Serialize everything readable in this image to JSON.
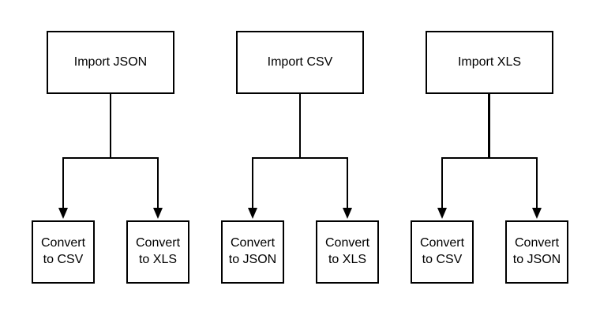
{
  "diagram": {
    "background_color": "#ffffff",
    "line_color": "#000000",
    "box_fill_color": "#ffffff",
    "box_border_color": "#000000",
    "text_color": "#000000",
    "trees": [
      {
        "parent": "Import JSON",
        "children": [
          "Convert to CSV",
          "Convert to XLS"
        ]
      },
      {
        "parent": "Import CSV",
        "children": [
          "Convert to JSON",
          "Convert to XLS"
        ]
      },
      {
        "parent": "Import XLS",
        "children": [
          "Convert to CSV",
          "Convert to JSON"
        ]
      }
    ]
  }
}
